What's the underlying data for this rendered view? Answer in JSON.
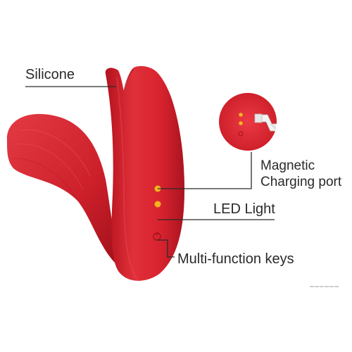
{
  "labels": {
    "silicone": "Silicone",
    "magnetic_line1": "Magnetic",
    "magnetic_line2": "Charging port",
    "led": "LED Light",
    "keys": "Multi-function keys"
  },
  "colors": {
    "product_red": "#d8232f",
    "product_shadow": "#a9141f",
    "product_highlight": "#ec4a52",
    "contact_gold": "#f2b51e",
    "leader_line": "#2b2b2b",
    "text": "#2a2a2a"
  },
  "watermark": "▬▬▬▬▬▬"
}
